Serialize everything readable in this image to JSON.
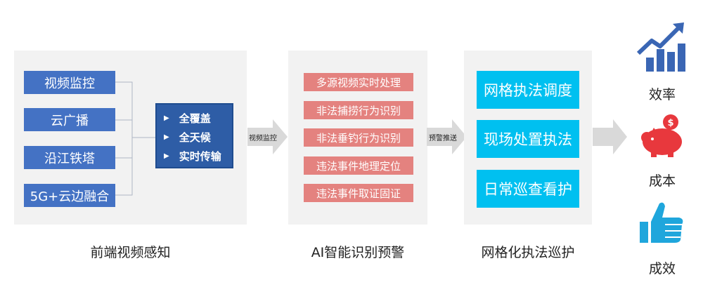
{
  "perception": {
    "sources": [
      "视频监控",
      "云广播",
      "沿江铁塔",
      "5G+云边融合"
    ],
    "features": [
      "全覆盖",
      "全天候",
      "实时传输"
    ],
    "caption": "前端视频感知"
  },
  "arrow1_label": "视频监控",
  "ai": {
    "items": [
      "多源视频实时处理",
      "非法捕捞行为识别",
      "非法垂钓行为识别",
      "违法事件地理定位",
      "违法事件取证固证"
    ],
    "caption": "AI智能识别预警"
  },
  "arrow2_label": "预警推送",
  "enforcement": {
    "items": [
      "网格执法调度",
      "现场处置执法",
      "日常巡查看护"
    ],
    "caption": "网格化执法巡护"
  },
  "results": [
    {
      "label": "效率",
      "icon": "bar-chart-up-icon"
    },
    {
      "label": "成本",
      "icon": "piggy-bank-icon"
    },
    {
      "label": "成效",
      "icon": "thumbs-up-icon"
    }
  ],
  "colors": {
    "source_blue": "#4472c4",
    "feature_blue": "#2e5da6",
    "ai_red": "#e4827f",
    "dispatch_cyan": "#00c0f0",
    "icon_blue": "#3a66b4",
    "icon_red": "#e8383d",
    "icon_cyan": "#1fa6dc"
  }
}
